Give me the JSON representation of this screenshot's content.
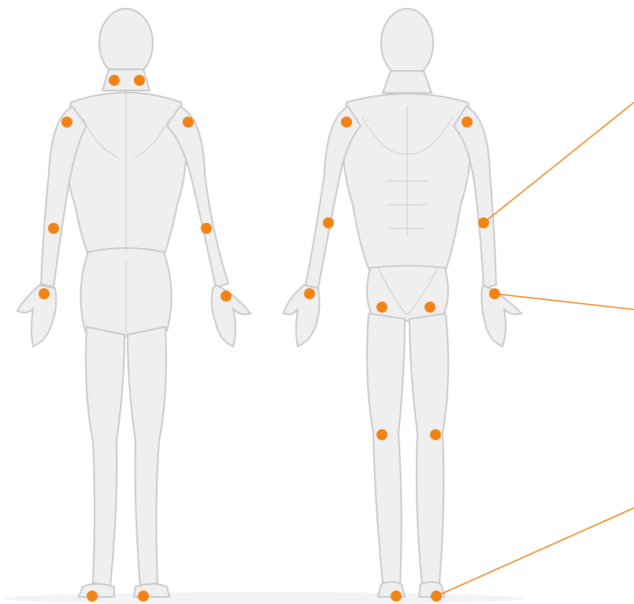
{
  "colors": {
    "accent": "#f08314",
    "body": "#efefef",
    "outline": "#c9c9c9",
    "background": "#ffffff"
  },
  "figures": [
    {
      "view": "back"
    },
    {
      "view": "front"
    }
  ],
  "points": {
    "back": [
      "neck-left",
      "neck-right",
      "shoulder-left",
      "shoulder-right",
      "elbow-left",
      "elbow-right",
      "wrist-left",
      "wrist-right",
      "ankle-left",
      "ankle-right"
    ],
    "front": [
      "shoulder-left",
      "shoulder-right",
      "elbow-left",
      "elbow-right",
      "wrist-left",
      "wrist-right",
      "hip-left",
      "hip-right",
      "knee-left",
      "knee-right",
      "ankle-left",
      "ankle-right"
    ]
  },
  "callouts": [
    "elbow-right",
    "wrist-right",
    "ankle-right"
  ]
}
